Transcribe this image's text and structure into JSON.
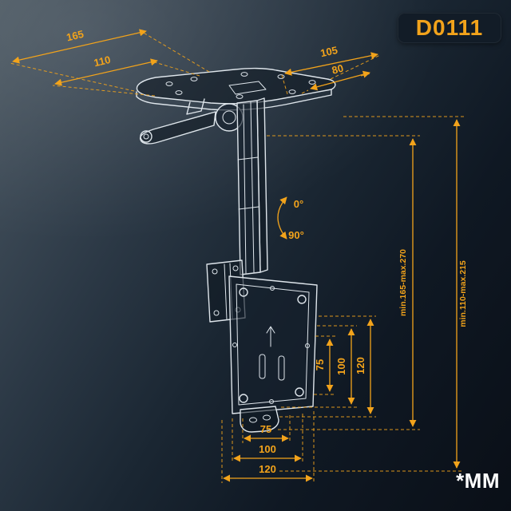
{
  "badge": {
    "model": "D0111"
  },
  "units_note": "*MM",
  "dimensions": {
    "top_left": {
      "outer": "165",
      "inner": "110"
    },
    "top_right": {
      "outer": "105",
      "inner": "80"
    },
    "right": {
      "outer_label": "min.110-max.215",
      "inner_label": "min.165-max.270"
    },
    "vesa_vertical": {
      "outer": "120",
      "mid": "100",
      "inner": "75"
    },
    "vesa_horizontal": {
      "outer": "120",
      "mid": "100",
      "inner": "75"
    },
    "tilt": {
      "min": "0°",
      "max": "90°"
    }
  },
  "colors": {
    "accent": "#F2A31B",
    "drawing_line": "#DEE5EB",
    "background_light": "#4A5761",
    "background_dark": "#0A0F17",
    "badge_background": "#121C27",
    "units_text": "#FFFFFF"
  }
}
